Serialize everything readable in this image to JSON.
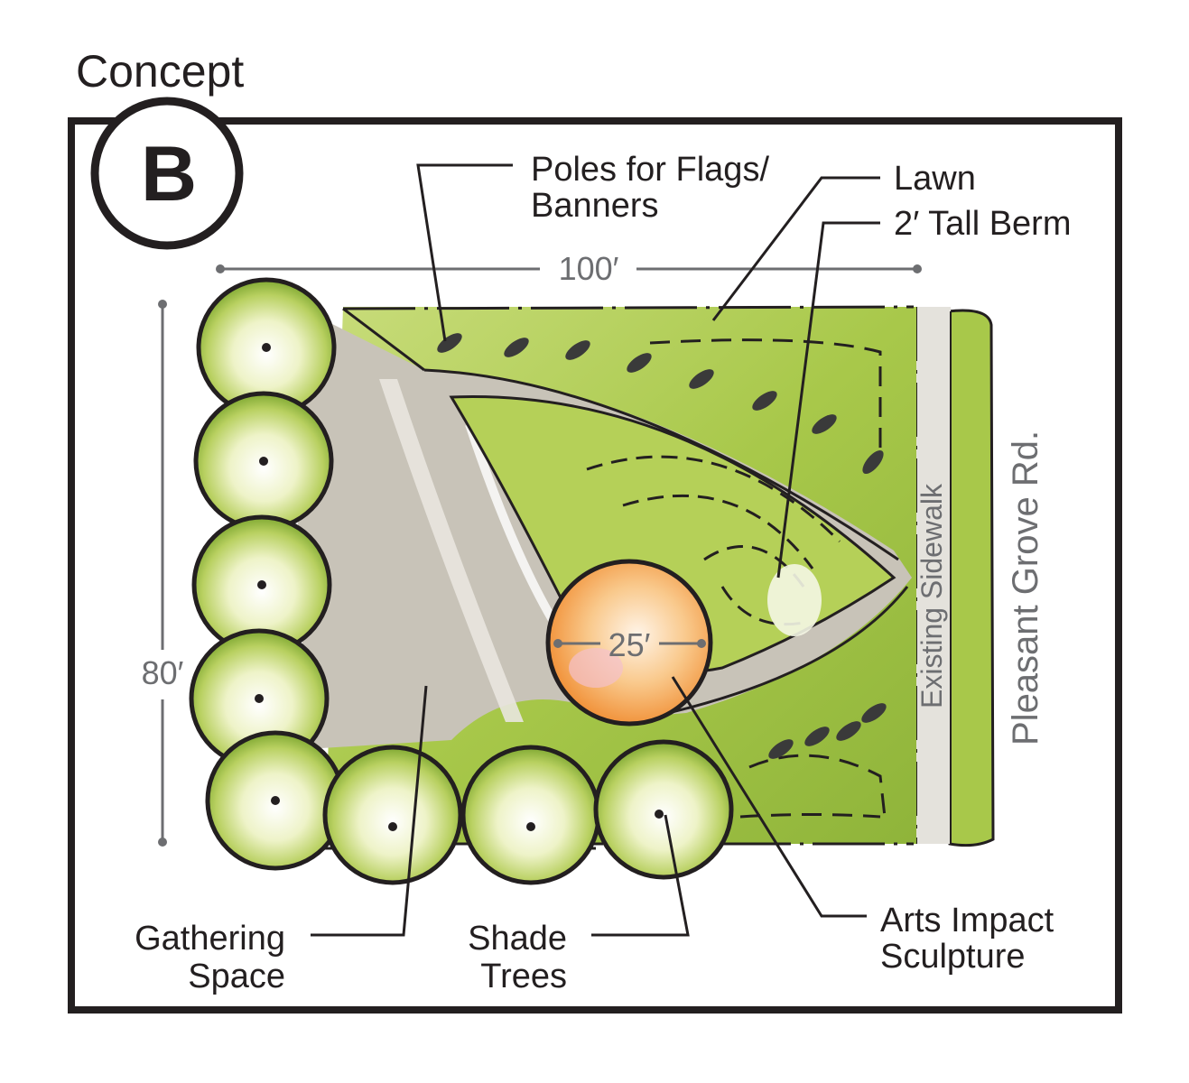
{
  "title": "Concept",
  "badge": "B",
  "dimensions": {
    "width": "100′",
    "height": "80′",
    "sculpture_diameter": "25′"
  },
  "labels": {
    "poles_line1": "Poles for Flags/",
    "poles_line2": "Banners",
    "lawn": "Lawn",
    "berm": "2′ Tall Berm",
    "sidewalk": "Existing Sidewalk",
    "road": "Pleasant Grove Rd.",
    "gathering_line1": "Gathering",
    "gathering_line2": "Space",
    "shade_line1": "Shade",
    "shade_line2": "Trees",
    "arts_line1": "Arts Impact",
    "arts_line2": "Sculpture"
  },
  "colors": {
    "lawn_green": "#a8c84a",
    "light_green": "#d6e39a",
    "plaza_gray": "#c8c3b8",
    "sculpture_orange": "#f2a04e",
    "ink": "#231f20",
    "dimension_gray": "#6d6e71"
  }
}
